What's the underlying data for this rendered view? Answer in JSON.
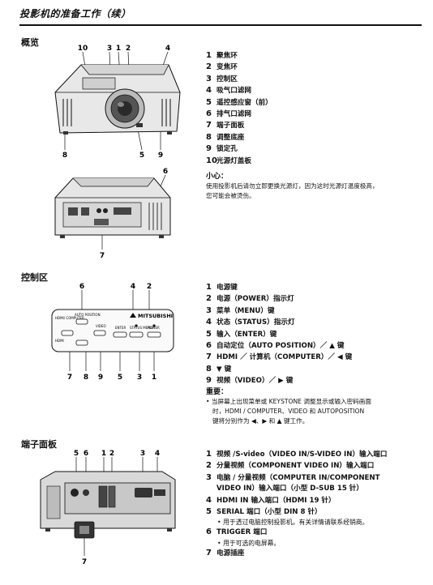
{
  "header": {
    "title": "投影机的准备工作（续）"
  },
  "overview": {
    "title": "概览",
    "items": [
      {
        "num": "1",
        "label": "聚焦环"
      },
      {
        "num": "2",
        "label": "变焦环"
      },
      {
        "num": "3",
        "label": "控制区"
      },
      {
        "num": "4",
        "label": "吸气口滤网"
      },
      {
        "num": "5",
        "label": "遥控感应窗（前）"
      },
      {
        "num": "6",
        "label": "排气口滤网"
      },
      {
        "num": "7",
        "label": "端子面板"
      },
      {
        "num": "8",
        "label": "调整底座"
      },
      {
        "num": "9",
        "label": "锁定孔"
      },
      {
        "num": "10",
        "label": "光源灯盖板"
      }
    ],
    "caution_title": "小心：",
    "caution_line1": "使用投影机后请勿立即更换光源灯，因为这时光源灯温度极高，",
    "caution_line2": "您可能会被烫伤。",
    "callouts_top": [
      "10",
      "3",
      "1",
      "2",
      "4",
      "8",
      "5",
      "9"
    ],
    "callouts_rear": [
      "6",
      "7"
    ]
  },
  "control": {
    "title": "控制区",
    "items": [
      {
        "num": "1",
        "label": "电源键"
      },
      {
        "num": "2",
        "label": "电源（POWER）指示灯"
      },
      {
        "num": "3",
        "label": "菜单（MENU）键"
      },
      {
        "num": "4",
        "label": "状态（STATUS）指示灯"
      },
      {
        "num": "5",
        "label": "输入（ENTER）键"
      },
      {
        "num": "6",
        "label": "自动定位（AUTO POSITION）／ ▲ 键"
      },
      {
        "num": "7",
        "label": "HDMI ／ 计算机（COMPUTER）／ ◀ 键"
      },
      {
        "num": "8",
        "label": "▼ 键"
      },
      {
        "num": "9",
        "label": "视频（VIDEO）／ ▶ 键"
      }
    ],
    "important_title": "重要：",
    "important_line1": "• 当屏幕上出现菜单或 KEYSTONE 调整显示或输入密码画面",
    "important_line2": "时，HDMI / COMPUTER、VIDEO 和 AUTOPOSITION",
    "important_line3": "键将分别作为 ◀、▶ 和 ▲ 键工作。",
    "callouts_top": [
      "6",
      "4",
      "2"
    ],
    "callouts_bottom": [
      "7",
      "8",
      "9",
      "5",
      "3",
      "1"
    ],
    "panel_labels": {
      "brand": "MITSUBISHI",
      "hdmi_computer": "HDMI/ COMPUTER",
      "auto_position": "AUTO POSITION",
      "video": "VIDEO",
      "enter": "ENTER",
      "status_menu": "STATUS MENU",
      "power": "POWER",
      "hdmi_small": "HDMI"
    }
  },
  "terminal": {
    "title": "端子面板",
    "items": [
      {
        "num": "1",
        "label": "视频 /S-video（VIDEO IN/S-VIDEO IN）输入端口"
      },
      {
        "num": "2",
        "label": "分量视频（COMPONENT VIDEO IN）输入端口"
      },
      {
        "num": "3",
        "label": "电脑 / 分量视频（COMPUTER IN/COMPONENT"
      },
      {
        "num": "",
        "label": "VIDEO IN）输入端口（小型 D-SUB 15 针）"
      },
      {
        "num": "4",
        "label": "HDMI IN 输入端口（HDMI 19 针）"
      },
      {
        "num": "5",
        "label": "SERIAL 端口（小型 DIN 8 针）"
      },
      {
        "num": "",
        "label": "• 用于透过电脑控制投影机。有关详情请联系经销商。",
        "sub": true
      },
      {
        "num": "6",
        "label": "TRIGGER 端口"
      },
      {
        "num": "",
        "label": "• 用于可选的电屏幕。",
        "sub": true
      },
      {
        "num": "7",
        "label": "电源插座"
      }
    ],
    "callouts_top": [
      "5",
      "6",
      "1",
      "2",
      "3",
      "4"
    ],
    "callouts_bottom": [
      "7"
    ]
  }
}
